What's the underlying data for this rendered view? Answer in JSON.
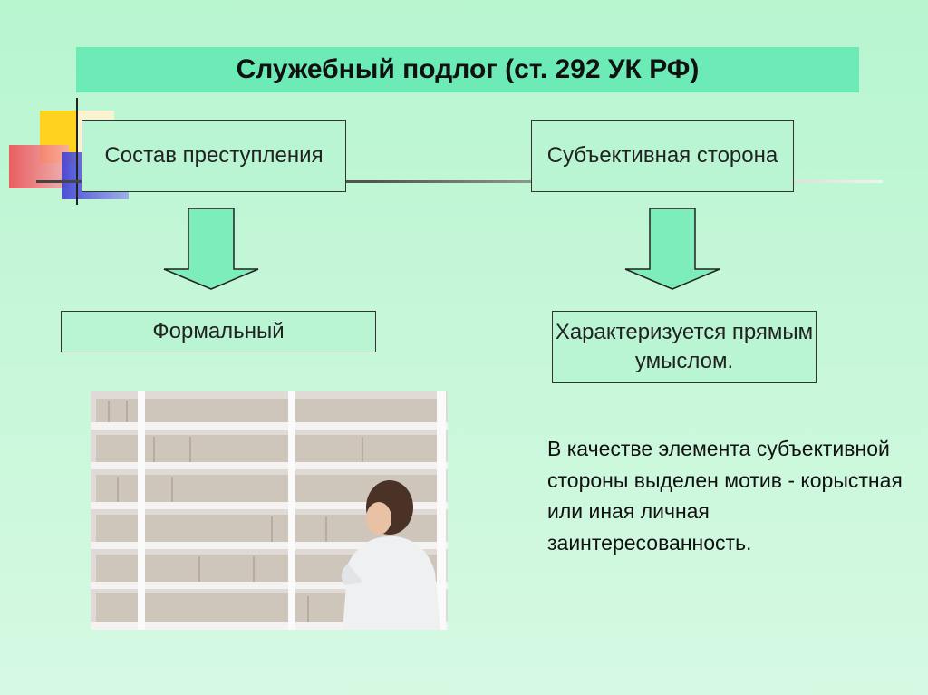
{
  "title": "Служебный подлог (ст. 292 УК РФ)",
  "boxes": {
    "composition": "Состав преступления",
    "subjective_side": "Субъективная сторона",
    "formal": "Формальный",
    "direct_intent": "Характеризуется прямым умыслом."
  },
  "paragraph": "В качестве элемента субъективной стороны выделен мотив - корыстная или иная личная заинтересованность.",
  "colors": {
    "title_bar": "#6cebb7",
    "box_fill": "#b9f5d3",
    "arrow_fill": "#7deebb",
    "background": "#c8f7da"
  },
  "icons": {
    "arrow": "down-arrow-icon",
    "photo": "archive-shelves-photo"
  }
}
